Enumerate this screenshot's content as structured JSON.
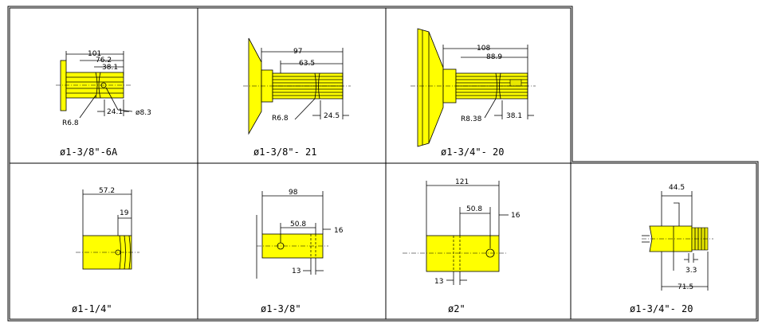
{
  "panels": [
    {
      "caption": "ø1-3/8\"-6A",
      "dims": [
        "101",
        "76.2",
        "38.1",
        "24.1",
        "ø8.3",
        "R6.8"
      ]
    },
    {
      "caption": "ø1-3/8\"- 21",
      "dims": [
        "97",
        "63.5",
        "24.5",
        "R6.8"
      ]
    },
    {
      "caption": "ø1-3/4\"- 20",
      "dims": [
        "108",
        "88.9",
        "38.1",
        "R8.38"
      ]
    },
    {
      "caption": "ø1-1/4\"",
      "dims": [
        "57.2",
        "19"
      ]
    },
    {
      "caption": "ø1-3/8\"",
      "dims": [
        "98",
        "50.8",
        "16",
        "13"
      ]
    },
    {
      "caption": "ø2\"",
      "dims": [
        "121",
        "50.8",
        "16",
        "13"
      ]
    },
    {
      "caption": "ø1-3/4\"- 20",
      "dims": [
        "44.5",
        "3.3",
        "71.5"
      ]
    }
  ]
}
